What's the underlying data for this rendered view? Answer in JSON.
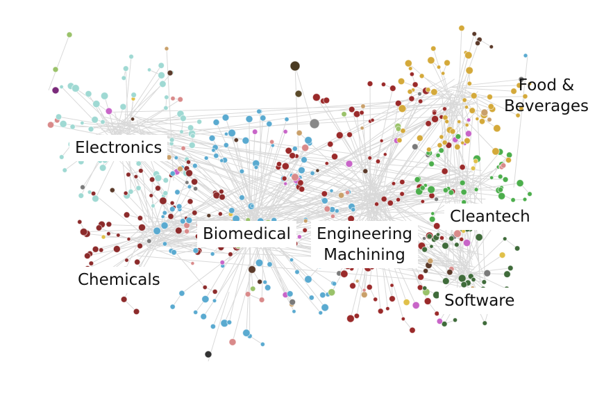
{
  "diagram": {
    "type": "network",
    "clusters": [
      {
        "id": "electronics",
        "label": "Electronics",
        "color": "#9fd9d3"
      },
      {
        "id": "chemicals",
        "label": "Chemicals",
        "color": "#8c2b2b"
      },
      {
        "id": "biomedical",
        "label": "Biomedical",
        "color": "#5aaad0"
      },
      {
        "id": "engineering",
        "label": "Engineering Machining",
        "label_line1": "Engineering",
        "label_line2": "Machining",
        "color": "#9a2a2a"
      },
      {
        "id": "cleantech",
        "label": "Cleantech",
        "color": "#4cae4c"
      },
      {
        "id": "software",
        "label": "Software",
        "color": "#3f6b3a"
      },
      {
        "id": "food",
        "label": "Food & Beverages",
        "label_line1": "Food &",
        "label_line2": "Beverages",
        "color": "#d4a93a"
      }
    ],
    "edge_color": "#d9d9d9",
    "accent_colors": [
      "#c865c8",
      "#e0c04a",
      "#5b3a2a",
      "#c9a06a",
      "#9ac26a",
      "#7a7a7a",
      "#d98a8a"
    ]
  }
}
